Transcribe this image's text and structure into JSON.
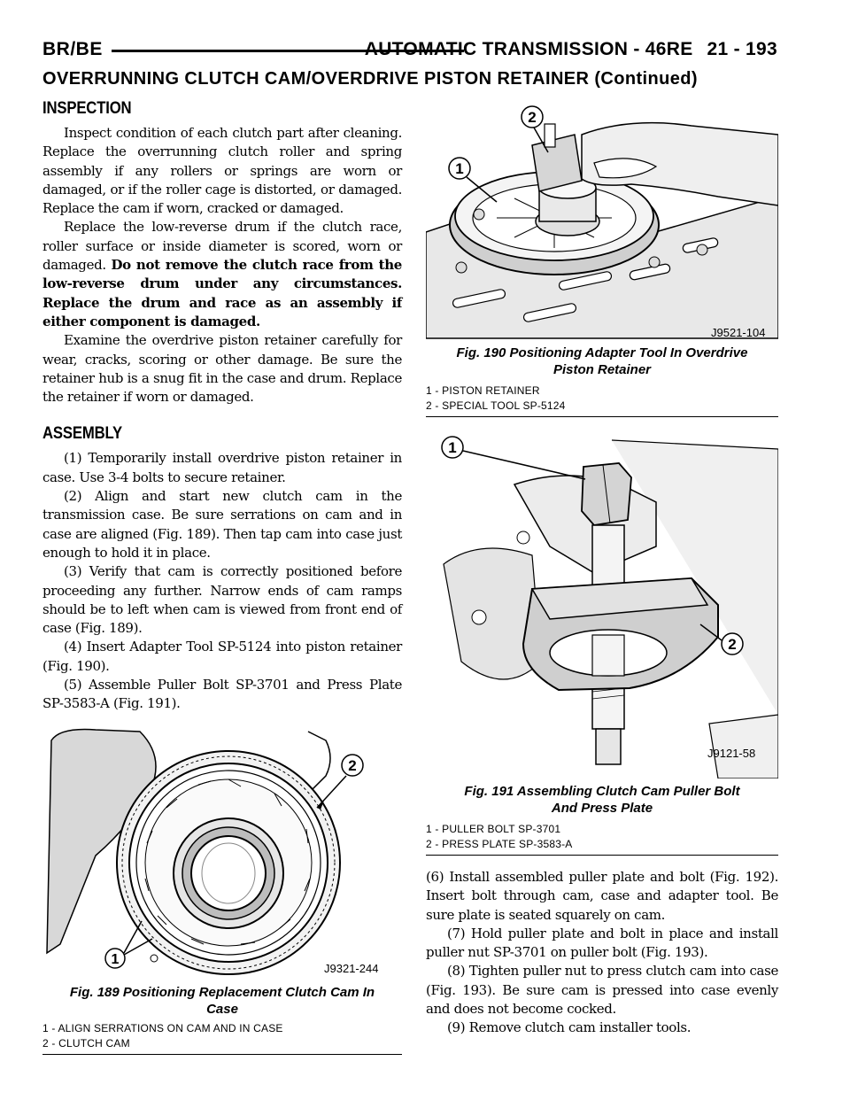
{
  "header": {
    "left": "BR/BE",
    "right": "AUTOMATIC TRANSMISSION - 46RE",
    "page": "21 - 193"
  },
  "section_title": "OVERRUNNING CLUTCH CAM/OVERDRIVE PISTON RETAINER (Continued)",
  "inspection": {
    "heading": "INSPECTION",
    "p1": "Inspect condition of each clutch part after cleaning. Replace the overrunning clutch roller and spring assembly if any rollers or springs are worn or damaged, or if the roller cage is distorted, or damaged. Replace the cam if worn, cracked or damaged.",
    "p2_normal": "Replace the low-reverse drum if the clutch race, roller surface or inside diameter is scored, worn or damaged.",
    "p2_bold": "Do not remove the clutch race from the low-reverse drum under any circumstances. Replace the drum and race as an assembly if either component is damaged.",
    "p3": "Examine the overdrive piston retainer carefully for wear, cracks, scoring or other damage. Be sure the retainer hub is a snug fit in the case and drum. Replace the retainer if worn or damaged."
  },
  "assembly": {
    "heading": "ASSEMBLY",
    "steps": [
      "(1) Temporarily install overdrive piston retainer in case. Use 3-4 bolts to secure retainer.",
      "(2) Align and start new clutch cam in the transmission case. Be sure serrations on cam and in case are aligned (Fig. 189). Then tap cam into case just enough to hold it in place.",
      "(3) Verify that cam is correctly positioned before proceeding any further. Narrow ends of cam ramps should be to left when cam is viewed from front end of case (Fig. 189).",
      "(4) Insert Adapter Tool SP-5124 into piston retainer (Fig. 190).",
      "(5) Assemble Puller Bolt SP-3701 and Press Plate SP-3583-A (Fig. 191)."
    ],
    "steps_cont": [
      "(6) Install assembled puller plate and bolt (Fig. 192). Insert bolt through cam, case and adapter tool. Be sure plate is seated squarely on cam.",
      "(7) Hold puller plate and bolt in place and install puller nut SP-3701 on puller bolt (Fig. 193).",
      "(8) Tighten puller nut to press clutch cam into case (Fig. 193). Be sure cam is pressed into case evenly and does not become cocked.",
      "(9) Remove clutch cam installer tools."
    ]
  },
  "figures": {
    "fig189": {
      "code": "J9321-244",
      "callout1": "1",
      "callout2": "2",
      "caption": "Fig. 189 Positioning Replacement Clutch Cam In Case",
      "legend": [
        "1 - ALIGN SERRATIONS ON CAM AND IN CASE",
        "2 - CLUTCH CAM"
      ]
    },
    "fig190": {
      "code": "J9521-104",
      "callout1": "1",
      "callout2": "2",
      "caption": "Fig. 190 Positioning Adapter Tool In Overdrive Piston Retainer",
      "legend": [
        "1 - PISTON RETAINER",
        "2 - SPECIAL TOOL SP-5124"
      ]
    },
    "fig191": {
      "code": "J9121-58",
      "callout1": "1",
      "callout2": "2",
      "caption": "Fig. 191 Assembling Clutch Cam Puller Bolt And Press Plate",
      "legend": [
        "1 - PULLER BOLT SP-3701",
        "2 - PRESS PLATE SP-3583-A"
      ]
    }
  }
}
